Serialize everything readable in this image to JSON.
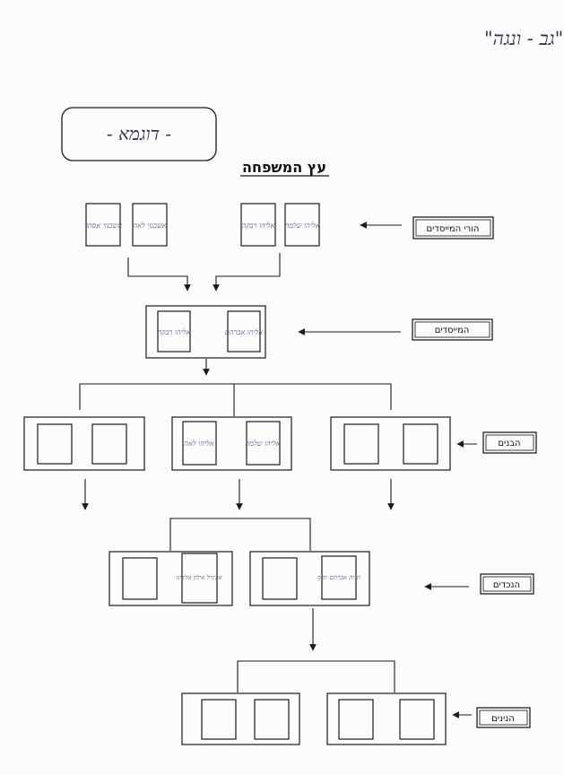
{
  "header": {
    "handwritten_title": "מרכז לוגיגה \"גב - ונגה\""
  },
  "example_box": {
    "text": "- דוגמא -"
  },
  "tree_title": "עץ המשפחה",
  "level_labels": {
    "founders_parents": "הורי המייסדים",
    "founders": "המייסדים",
    "sons": "הבנים",
    "grandsons": "הנכדים",
    "great_grandsons": "הנינים"
  },
  "cards": {
    "gp1": "אליהו שלמה",
    "gp2": "אליהו רבקה",
    "gp3": "אשכנזי לאה",
    "gp4": "אשכנזי אסתר",
    "founder1": "אליהו אברהם",
    "founder2": "אליהו רבקה",
    "son1": "אליהו שלמה",
    "son2": "אליהו לאה",
    "grandson1": "תגית אברהם יוסף",
    "grandson2": "אביגיל אילון אלדינו"
  },
  "colors": {
    "ink": "#1a1a1a",
    "pencil": "#5a5f86",
    "paper": "#fcfcfd"
  }
}
